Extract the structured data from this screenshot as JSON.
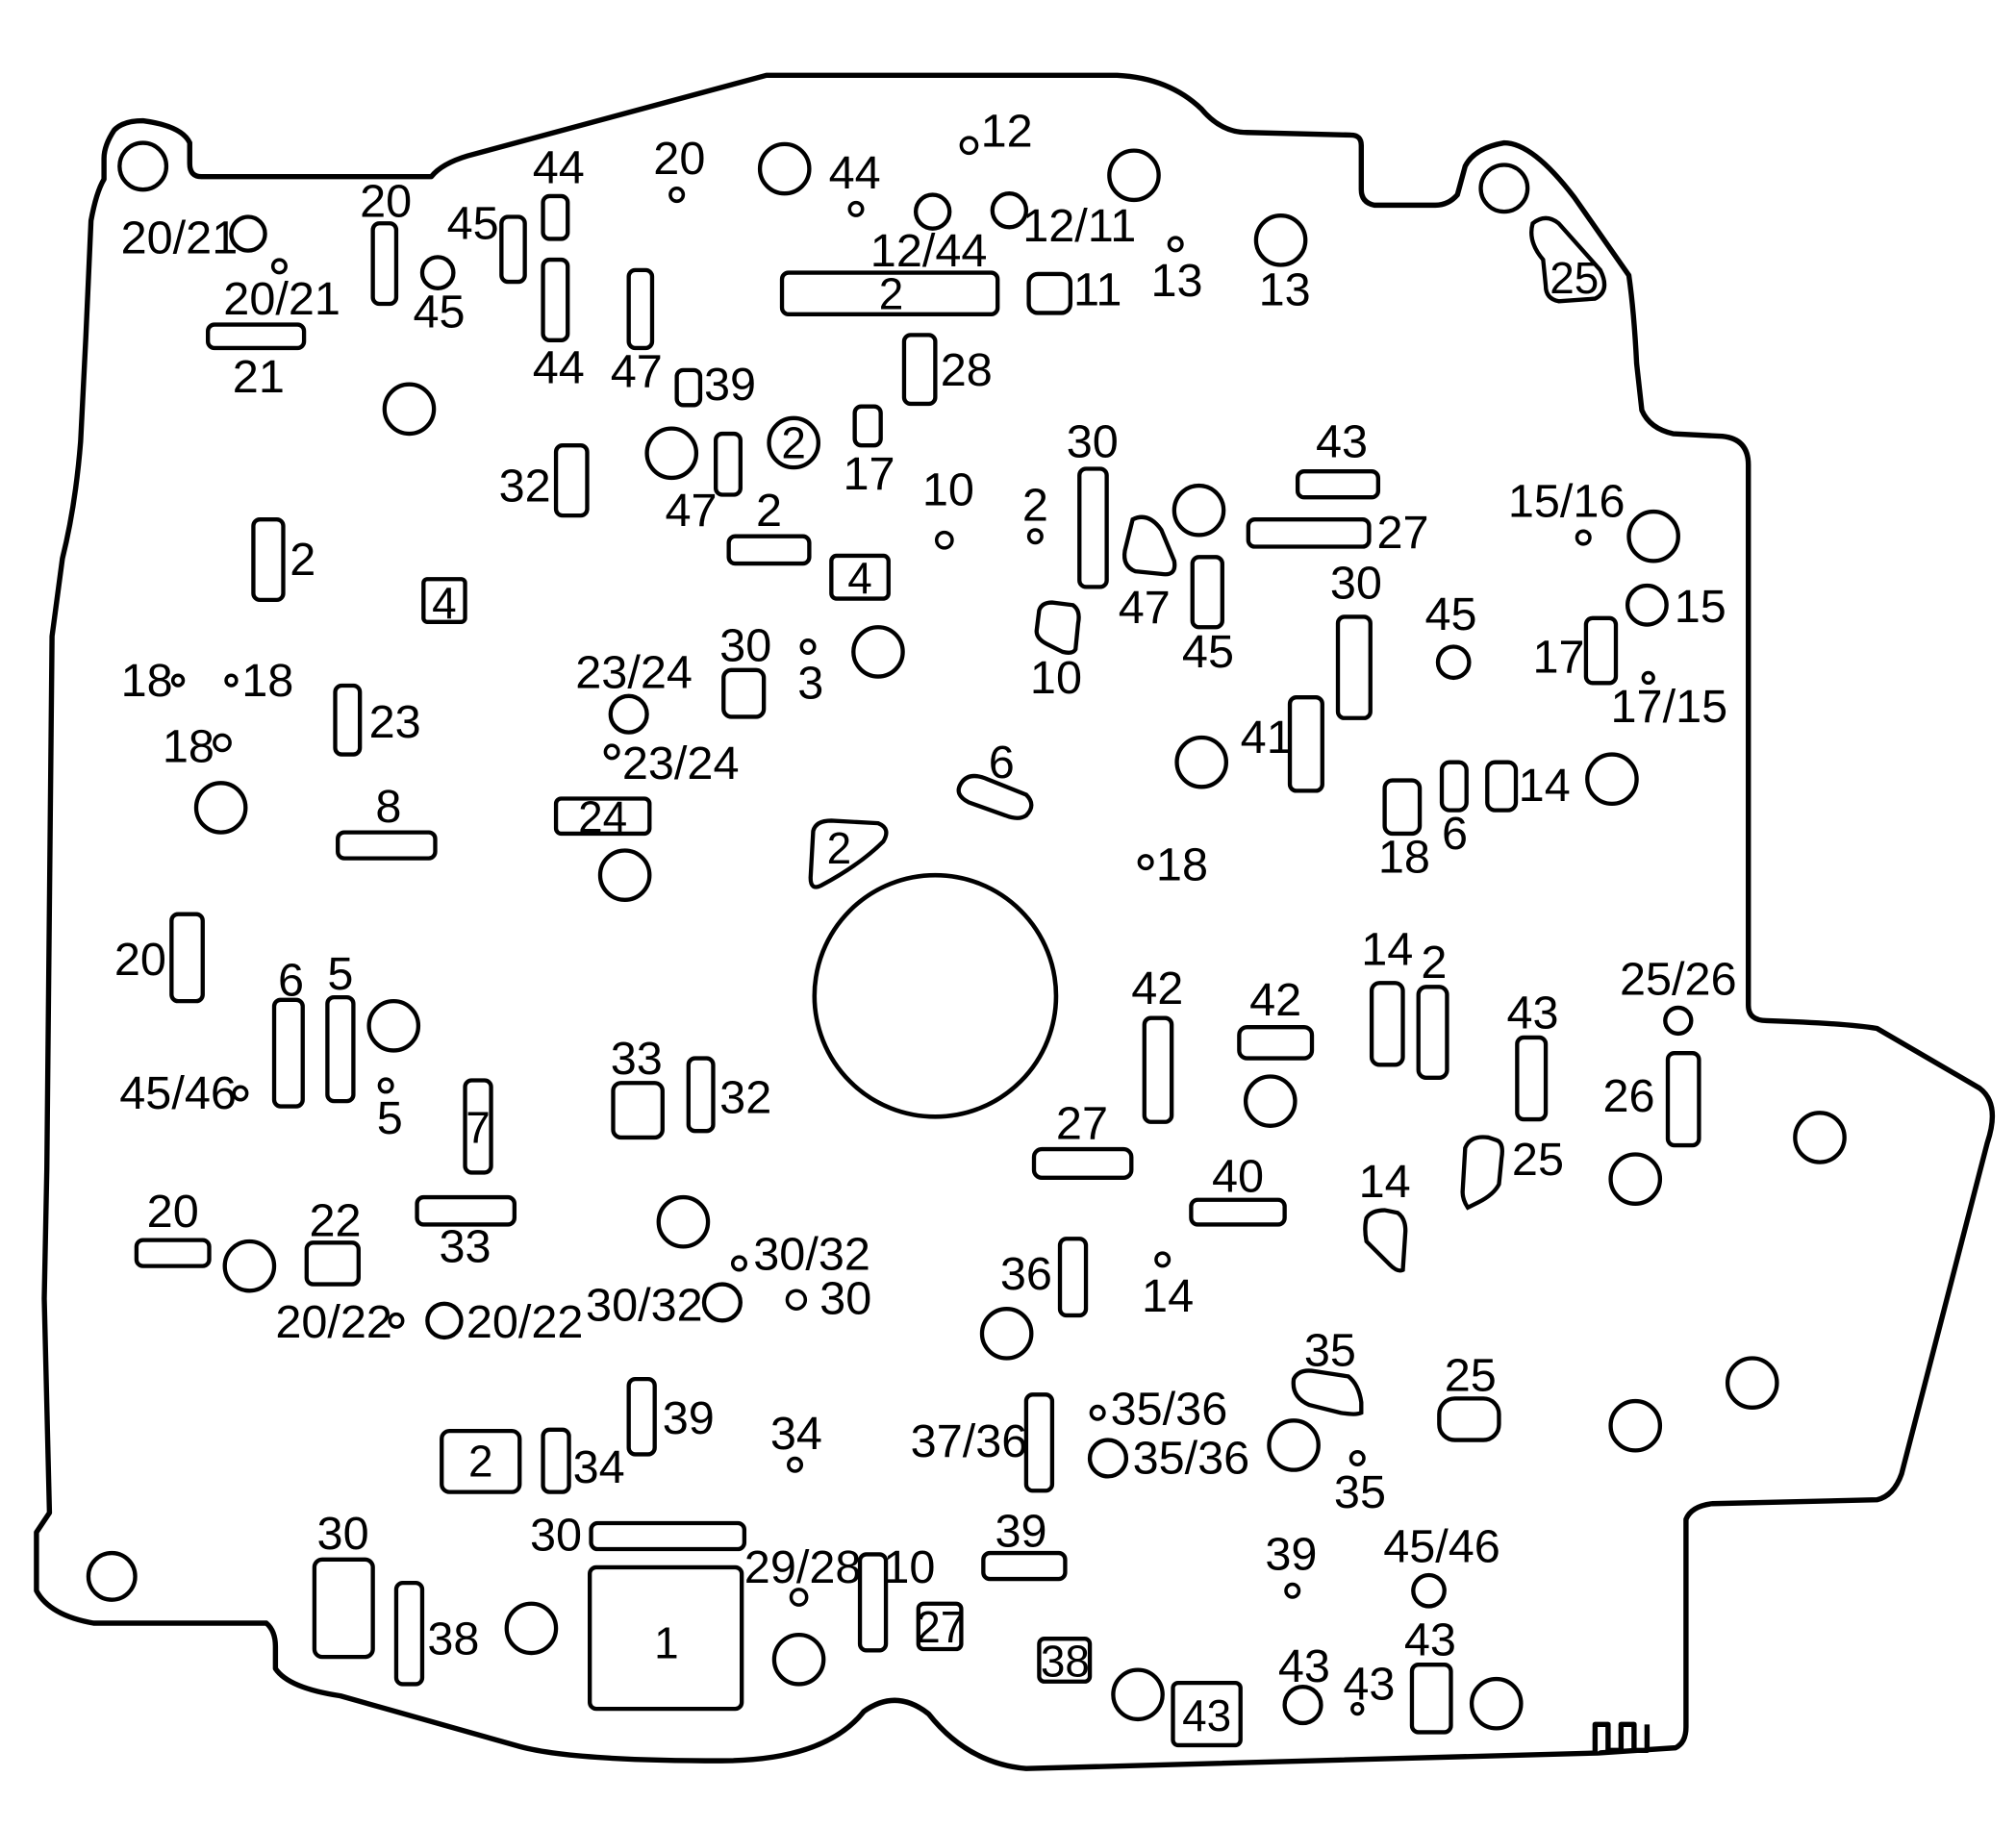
{
  "diagram": {
    "labels": {
      "l01": "20/21",
      "l02": "20/21",
      "l03": "21",
      "l04": "20",
      "l05": "45",
      "l06": "45",
      "l07": "44",
      "l08": "44",
      "l09": "20",
      "l10": "44",
      "l11": "12",
      "l12": "12/11",
      "l13": "12/44",
      "l14": "11",
      "l15": "13",
      "l16": "13",
      "l17": "47",
      "l18": "39",
      "l19": "28",
      "l20": "17",
      "l21": "32",
      "l22": "47",
      "l23": "2",
      "l24": "10",
      "l25": "2",
      "l26": "30",
      "l27": "43",
      "l28": "27",
      "l29": "47",
      "l30": "45",
      "l31": "15/16",
      "l32": "2",
      "l33": "18",
      "l34": "18",
      "l35": "23",
      "l36": "18",
      "l37": "30",
      "l38": "3",
      "l39": "23/24",
      "l40": "23/24",
      "l41": "10",
      "l42": "30",
      "l43": "45",
      "l44": "15",
      "l45": "17",
      "l46": "17/15",
      "l47": "41",
      "l48": "14",
      "l49": "6",
      "l50": "18",
      "l51": "8",
      "l52": "6",
      "l53": "18",
      "l54": "20",
      "l55": "6",
      "l56": "5",
      "l57": "45/46",
      "l58": "5",
      "l59": "33",
      "l60": "32",
      "l61": "42",
      "l62": "42",
      "l63": "14",
      "l64": "2",
      "l65": "43",
      "l66": "25/26",
      "l67": "26",
      "l68": "25",
      "l69": "27",
      "l70": "20",
      "l71": "22",
      "l72": "33",
      "l73": "40",
      "l74": "14",
      "l75": "30/32",
      "l76": "30/32",
      "l77": "30",
      "l78": "20/22",
      "l79": "20/22",
      "l80": "36",
      "l81": "14",
      "l82": "39",
      "l83": "34",
      "l84": "34",
      "l85": "37/36",
      "l86": "35/36",
      "l87": "35/36",
      "l88": "35",
      "l89": "35",
      "l90": "25",
      "l91": "30",
      "l92": "30",
      "l93": "38",
      "l94": "29/28",
      "l95": "10",
      "l96": "39",
      "l97": "39",
      "l98": "45/46",
      "l99": "43",
      "l100": "43",
      "l101": "43"
    },
    "box_labels": {
      "b01": "2",
      "b02": "2",
      "b03": "4",
      "b04": "4",
      "b05": "24",
      "b06": "2",
      "b07": "7",
      "b08": "2",
      "b09": "1",
      "b10": "27",
      "b11": "38",
      "b12": "43",
      "b13": "25"
    }
  }
}
